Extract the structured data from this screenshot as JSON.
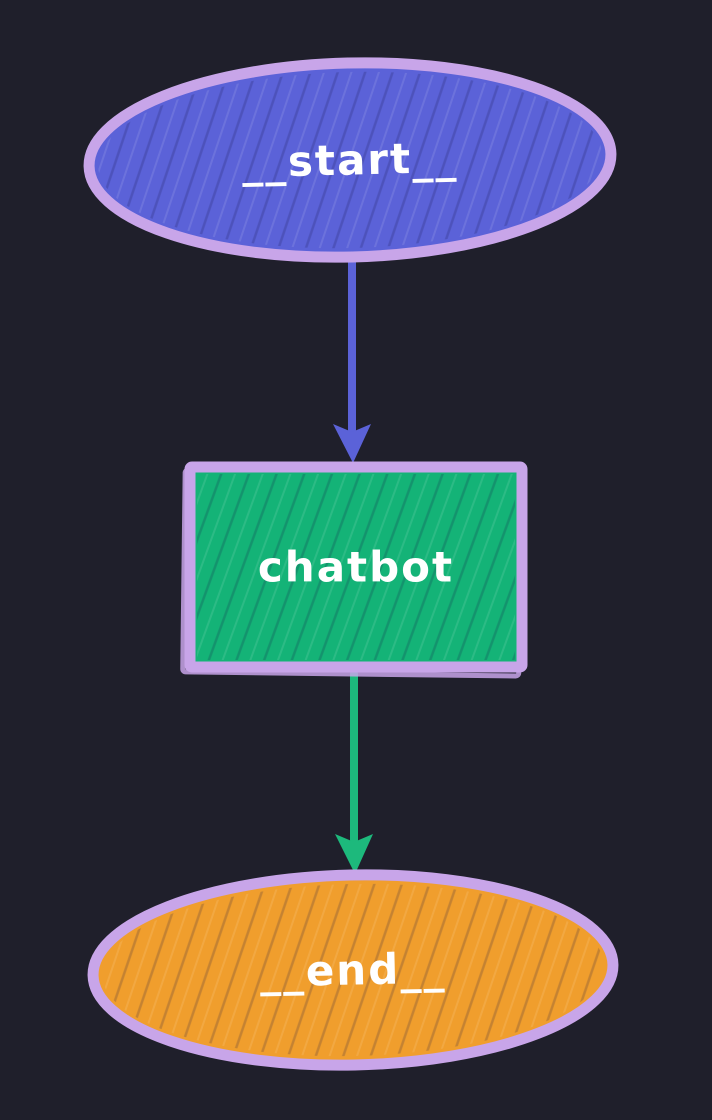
{
  "diagram": {
    "background_color": "#1f1f2b",
    "node_border_color": "#c8a5e9",
    "label_color": "#ffffff",
    "nodes": {
      "start": {
        "label": "__start__",
        "shape": "ellipse",
        "fill": "#5b62d8"
      },
      "chatbot": {
        "label": "chatbot",
        "shape": "rectangle",
        "fill": "#14b377"
      },
      "end": {
        "label": "__end__",
        "shape": "ellipse",
        "fill": "#f09e2d"
      }
    },
    "edges": [
      {
        "from": "__start__",
        "to": "chatbot",
        "color": "#5b62d8"
      },
      {
        "from": "chatbot",
        "to": "__end__",
        "color": "#1db97c"
      }
    ]
  }
}
